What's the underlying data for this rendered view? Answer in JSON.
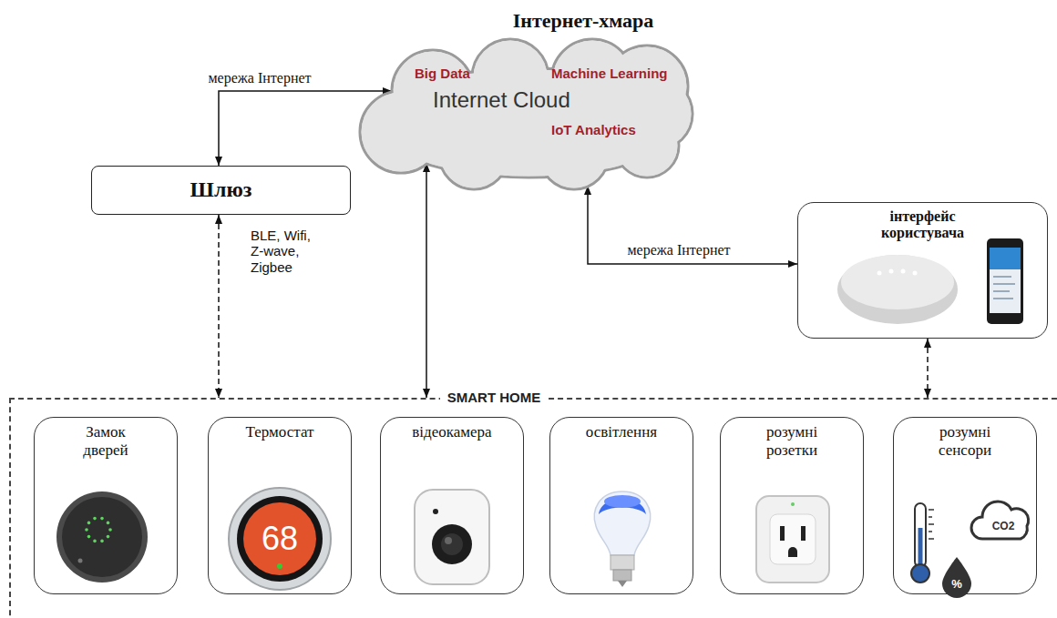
{
  "diagram": {
    "title": "Інтернет-хмара",
    "nodes": [
      {
        "text": [
          "Big Data",
          "Machine Learning",
          "Internet Cloud",
          "IoT Analytics"
        ]
      },
      {
        "text": [
          "Шлюз"
        ]
      },
      {
        "text": [
          "інтерфейс користувача"
        ]
      },
      {
        "text": [
          "SMART HOME"
        ]
      },
      {
        "text": [
          "Замок дверей"
        ],
        "in": 3
      },
      {
        "text": [
          "Термостат"
        ],
        "in": 3
      },
      {
        "text": [
          "відеокамера"
        ],
        "in": 3
      },
      {
        "text": [
          "освітлення"
        ],
        "in": 3
      },
      {
        "text": [
          "розумні розетки"
        ],
        "in": 3
      },
      {
        "text": [
          "розумні сенсори"
        ],
        "in": 3
      }
    ],
    "edges": [
      {
        "from": 1,
        "to": 0,
        "arrow": "both",
        "label": "мережа Інтернет"
      },
      {
        "from": 1,
        "to": 3,
        "arrow": "both",
        "label": "BLE, Wifi, Z-wave, Zigbee"
      },
      {
        "from": 0,
        "to": 3,
        "arrow": "both"
      },
      {
        "from": 0,
        "to": 2,
        "arrow": "both",
        "label": "мережа Інтернет"
      },
      {
        "from": 2,
        "to": 3,
        "arrow": "both"
      }
    ],
    "labels": [
      "68",
      "CO2",
      "%"
    ]
  }
}
